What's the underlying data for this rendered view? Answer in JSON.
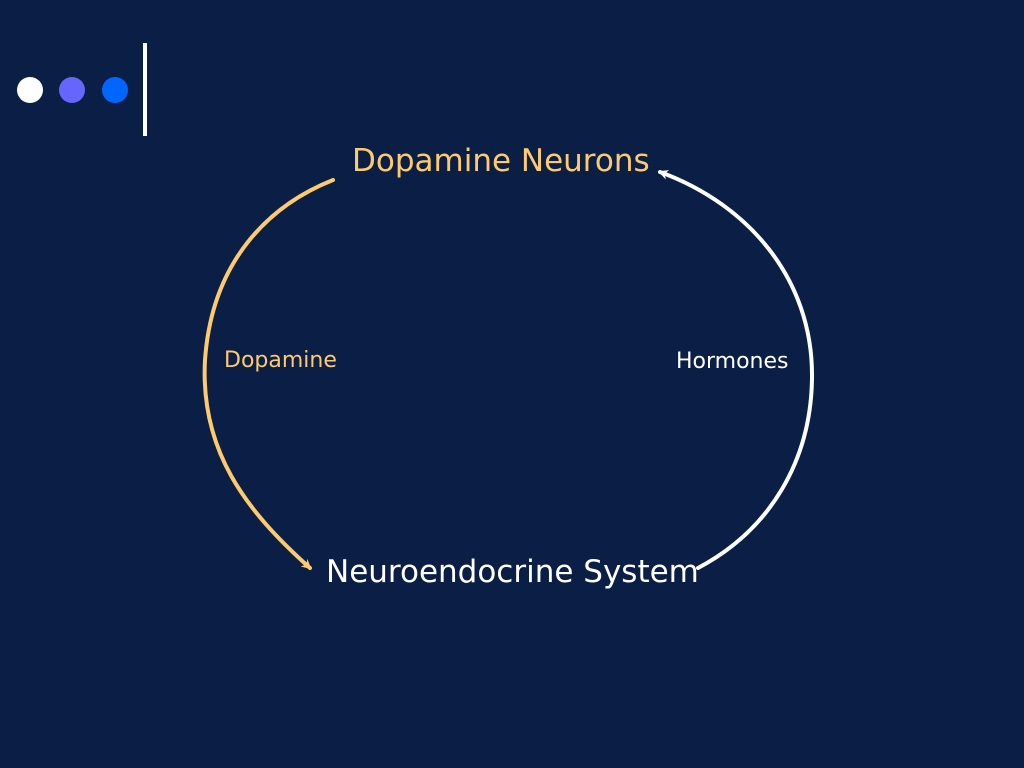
{
  "slide": {
    "colors": {
      "background": "#0b1e46",
      "dot_1": "#ffffff",
      "dot_2": "#6666ff",
      "dot_3": "#0066ff",
      "accent_bar": "#ffffff",
      "dopamine_color": "#fdcb6e",
      "hormone_color": "#ffffff"
    }
  },
  "diagram": {
    "top_node": "Dopamine Neurons",
    "bottom_node": "Neuroendocrine System",
    "left_edge_label": "Dopamine",
    "right_edge_label": "Hormones",
    "edges": [
      {
        "from": "Dopamine Neurons",
        "to": "Neuroendocrine System",
        "label": "Dopamine"
      },
      {
        "from": "Neuroendocrine System",
        "to": "Dopamine Neurons",
        "label": "Hormones"
      }
    ]
  }
}
